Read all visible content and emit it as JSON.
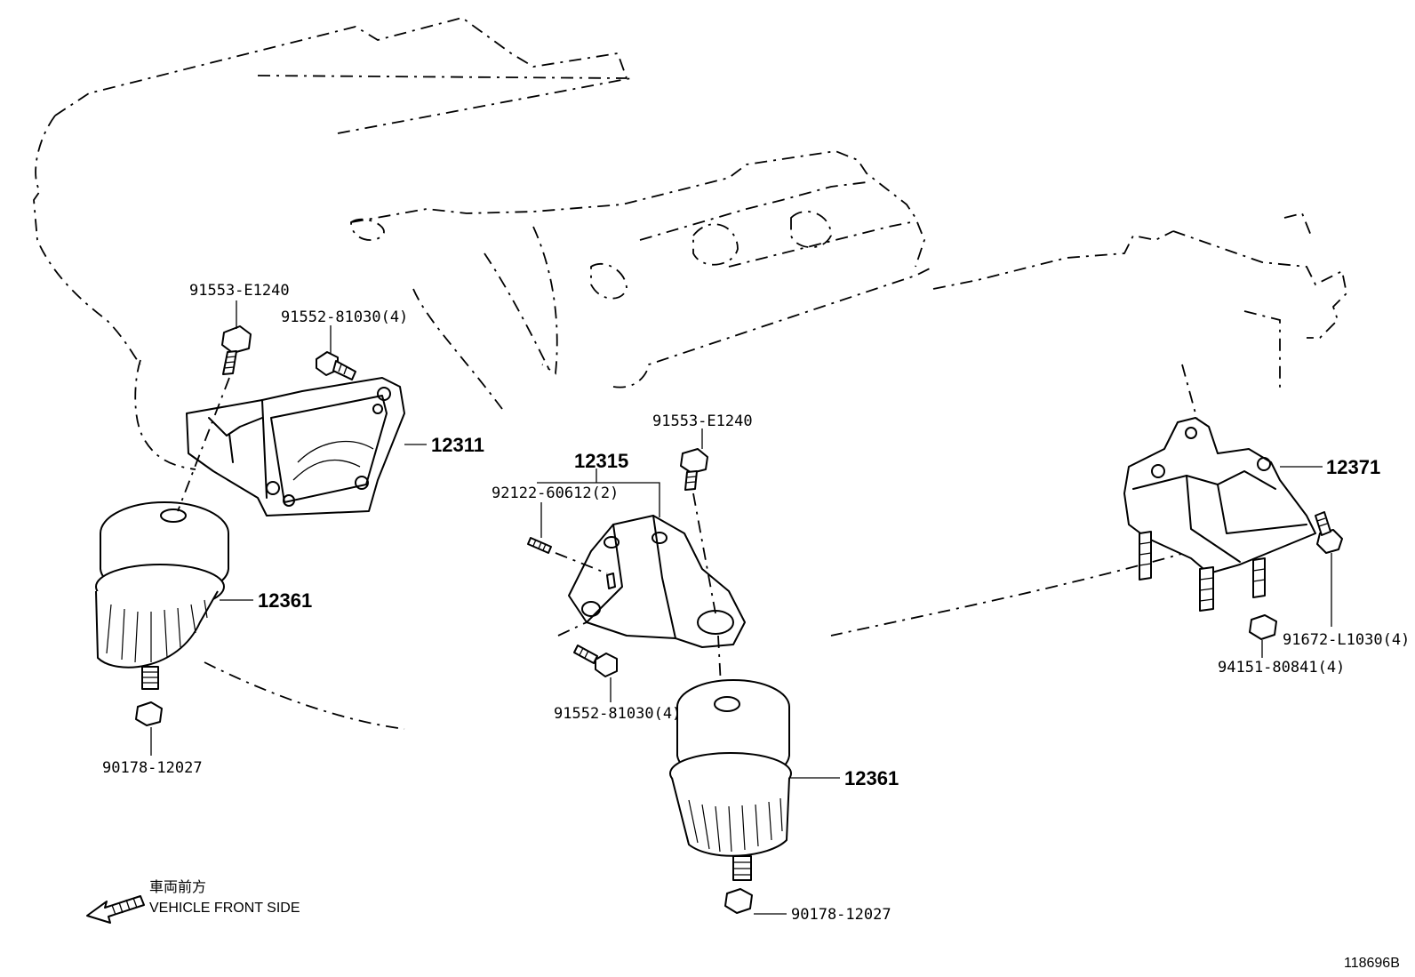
{
  "diagram": {
    "figure_id": "118696B",
    "orientation": {
      "japanese": "車両前方",
      "english": "VEHICLE FRONT SIDE"
    },
    "parts": {
      "bolt_front_upper": "91553-E1240",
      "bolt_front_bracket": "91552-81030(4)",
      "bracket_front": "12311",
      "insulator_left": "12361",
      "nut_left": "90178-12027",
      "bracket_center_group": "12315",
      "stud_center": "92122-60612(2)",
      "bolt_center_upper": "91553-E1240",
      "bolt_center_lower": "91552-81030(4)",
      "insulator_center": "12361",
      "nut_center": "90178-12027",
      "rear_mount": "12371",
      "bolt_rear": "91672-L1030(4)",
      "nut_rear": "94151-80841(4)"
    }
  }
}
